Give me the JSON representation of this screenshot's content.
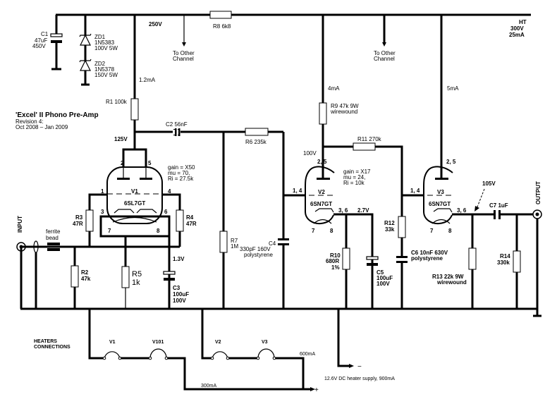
{
  "title": "'Excel' II Phono Pre-Amp",
  "revision": "Revision 4:",
  "dates": "Oct 2008 – Jan 2009",
  "supply": {
    "ht": "HT",
    "ht_voltage": "300V",
    "ht_current": "25mA",
    "v250": "250V",
    "to_other_channel": [
      "To Other",
      "Channel"
    ]
  },
  "currents": {
    "v1": "1.2mA",
    "v2": "4mA",
    "v3": "5mA"
  },
  "voltages": {
    "v1_anode": "125V",
    "v2_anode": "100V",
    "v1_cathode": "1.3V",
    "v2_cathode": "2.7V",
    "v3_cathode": "105V"
  },
  "components": {
    "c1": [
      "C1",
      "47uF",
      "450V"
    ],
    "zd1": [
      "ZD1",
      "1N5383",
      "100V 5W"
    ],
    "zd2": [
      "ZD2",
      "1N5378",
      "150V 5W"
    ],
    "r8": "R8 6k8",
    "r1": "R1 100k",
    "c2": "C2 56nF",
    "r6": "R6 235k",
    "r7": [
      "R7",
      "1M"
    ],
    "c4": [
      "C4",
      "330pF 160V",
      "polystyrene"
    ],
    "r9": [
      "R9 47k 9W",
      "wirewound"
    ],
    "r11": "R11 270k",
    "r3": [
      "R3",
      "47R"
    ],
    "r4": [
      "R4",
      "47R"
    ],
    "r2": [
      "R2",
      "47k"
    ],
    "r5": [
      "R5",
      "1k"
    ],
    "c3": [
      "C3",
      "100uF",
      "100V"
    ],
    "r10": [
      "R10",
      "680R",
      "1%"
    ],
    "c5": [
      "C5",
      "100uF",
      "100V"
    ],
    "r12": [
      "R12",
      "33k"
    ],
    "c6": [
      "C6 10nF 630V",
      "polystyrene"
    ],
    "r13": [
      "R13 22k 9W",
      "wirewound"
    ],
    "r14": [
      "R14",
      "330k"
    ],
    "c7": "C7 1uF",
    "ferrite": [
      "ferrite",
      "bead"
    ]
  },
  "tubes": {
    "v1": {
      "name": "V1",
      "type": "6SL7GT",
      "pins": [
        "2",
        "5",
        "1",
        "4",
        "3",
        "6",
        "7",
        "8"
      ],
      "specs": [
        "gain  =  X50",
        "mu  =  70,",
        "Ri  =  27.5k"
      ]
    },
    "v2": {
      "name": "V2",
      "type": "6SN7GT",
      "pins": [
        "2, 5",
        "1, 4",
        "3, 6",
        "7",
        "8"
      ],
      "specs": [
        "gain  =  X17",
        "mu  =  24,",
        "Ri  =  10k"
      ]
    },
    "v3": {
      "name": "V3",
      "type": "6SN7GT",
      "pins": [
        "2, 5",
        "1, 4",
        "3, 6",
        "7",
        "8"
      ]
    }
  },
  "io": {
    "input": "INPUT",
    "output": "OUTPUT"
  },
  "heaters": {
    "label": [
      "HEATERS",
      "CONNECTIONS"
    ],
    "tubes": [
      "V1",
      "V101",
      "V2",
      "V3"
    ],
    "current_a": "300mA",
    "current_b": "600mA",
    "minus": "−",
    "plus": "+",
    "supply": "12.6V DC heater supply, 900mA"
  }
}
